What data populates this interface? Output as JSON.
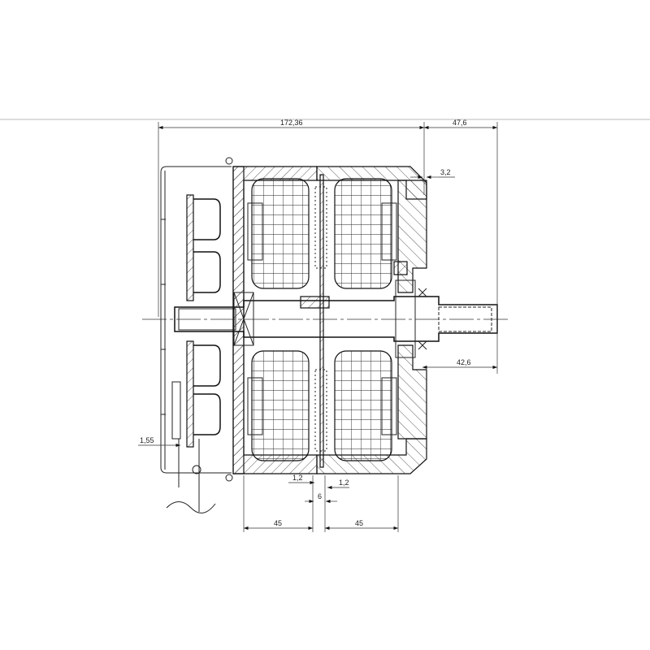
{
  "drawing": {
    "title": "Motor cross-section technical drawing",
    "dimensions": {
      "overall_length": "172,36",
      "shaft_extension": "47,6",
      "flange_offset": "3,2",
      "shaft_length": "42,6",
      "fan_gap": "1,55",
      "gap_left": "1,2",
      "gap_right": "1,2",
      "disc_thickness": "6",
      "stator_left_width": "45",
      "stator_right_width": "45"
    }
  }
}
